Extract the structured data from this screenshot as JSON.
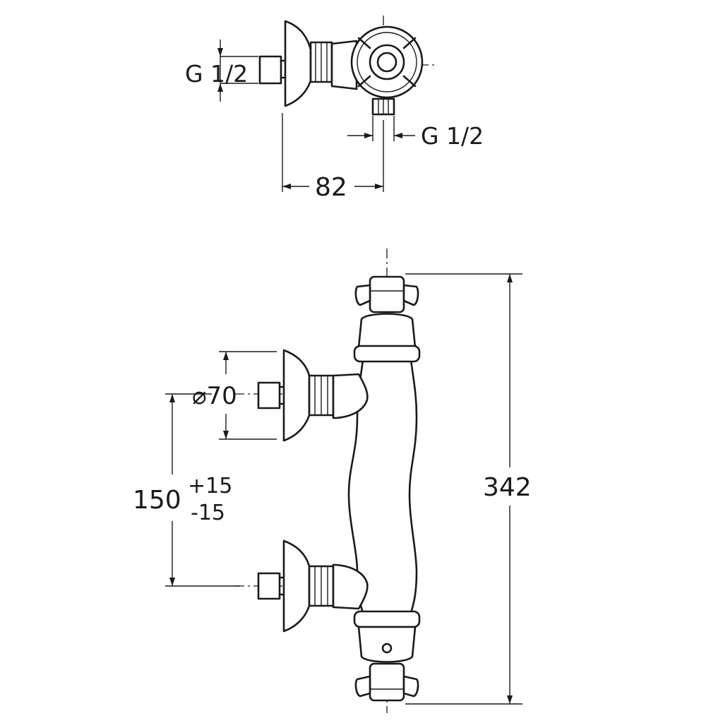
{
  "top_view": {
    "thread_left": "G 1/2",
    "thread_bottom": "G 1/2",
    "depth": "82"
  },
  "front_view": {
    "diameter": "⌀70",
    "spacing": "150",
    "tol_plus": "+15",
    "tol_minus": "-15",
    "height": "342"
  }
}
